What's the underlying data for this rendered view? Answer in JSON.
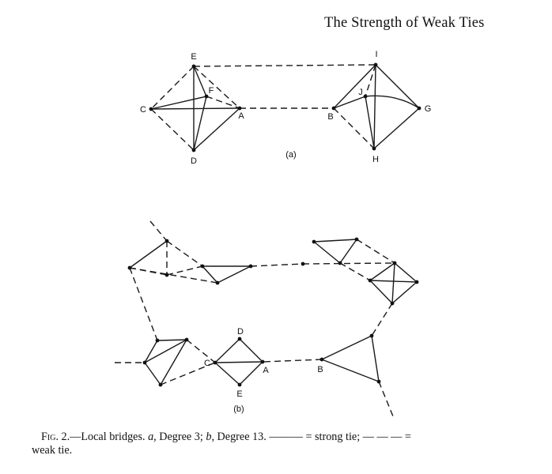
{
  "header": {
    "running_title": "The Strength of Weak Ties"
  },
  "figure": {
    "panel_a": {
      "label": "(a)",
      "node_labels": {
        "E": "E",
        "F": "F",
        "C": "C",
        "A": "A",
        "D": "D",
        "I": "I",
        "J": "J",
        "B": "B",
        "G": "G",
        "H": "H"
      }
    },
    "panel_b": {
      "label": "(b)",
      "node_labels": {
        "C": "C",
        "D": "D",
        "A": "A",
        "E": "E",
        "B": "B"
      }
    },
    "legend": {
      "strong": "strong tie",
      "weak": "weak tie"
    }
  },
  "caption": {
    "fig_label": "Fig. 2.",
    "text_1": "—Local bridges. ",
    "a": "a",
    "text_2": ", Degree 3; ",
    "b": "b",
    "text_3": ", Degree 13. ",
    "strong_symbol": "——— = ",
    "strong": "strong tie; ",
    "weak_symbol": "— — — = ",
    "weak": "weak tie."
  }
}
